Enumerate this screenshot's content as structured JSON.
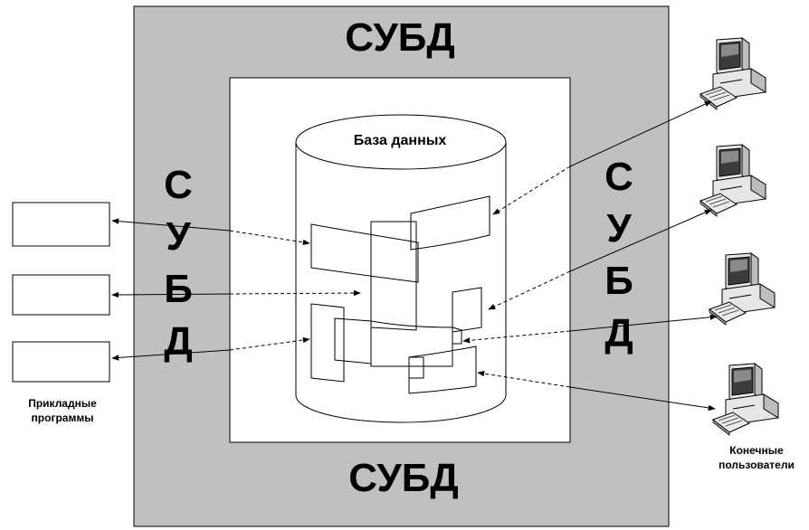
{
  "dbms": {
    "title_top": "СУБД",
    "title_bottom": "СУБД",
    "vertical_left": [
      "С",
      "У",
      "Б",
      "Д"
    ],
    "vertical_right": [
      "С",
      "У",
      "Б",
      "Д"
    ]
  },
  "database": {
    "label": "База данных"
  },
  "applications": {
    "label_line1": "Прикладные",
    "label_line2": "программы",
    "count": 3
  },
  "end_users": {
    "label_line1": "Конечные",
    "label_line2": "пользователи",
    "count": 4
  },
  "colors": {
    "dbms_fill": "#c0c0c0",
    "line": "#000000",
    "background": "#ffffff"
  },
  "icons": {
    "user": "desktop-computer-icon"
  }
}
